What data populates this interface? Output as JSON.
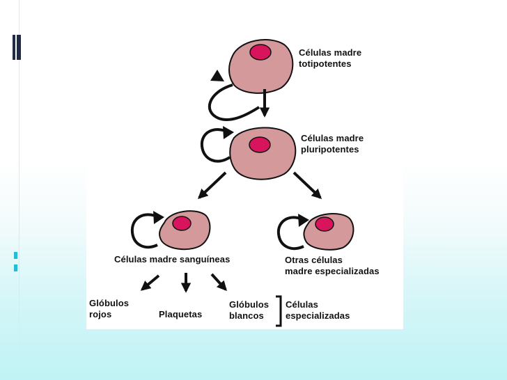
{
  "diagram": {
    "totipotent_label": "Células madre\ntotipotentes",
    "pluripotent_label": "Células madre\npluripotentes",
    "blood_label": "Células madre sanguíneas",
    "other_label": "Otras células\nmadre especializadas",
    "red_cells_label": "Glóbulos\nrojos",
    "platelets_label": "Plaquetas",
    "white_cells_label": "Glóbulos\nblancos",
    "specialized_label": "Células\nespecializadas"
  },
  "colors": {
    "cell_fill": "#d4999b",
    "nucleus_fill": "#d8145c",
    "outline": "#111111",
    "decoration": "#1f2a44",
    "accent_cyan": "#27bcd4"
  }
}
